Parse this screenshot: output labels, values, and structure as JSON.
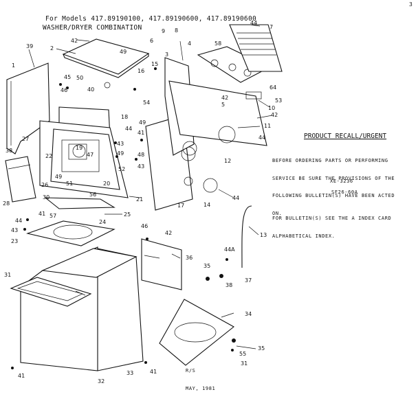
{
  "header": {
    "models_line": "For Models 417.89190100, 417.89190600, 417.89190600",
    "combo_line": "WASHER/DRYER COMBINATION"
  },
  "corner_mark": "3",
  "recall": {
    "title": "PRODUCT RECALL/URGENT",
    "body_lines": [
      "BEFORE ORDERING PARTS OR PERFORMING",
      "SERVICE BE SURE THE PROVISIONS OF THE",
      "FOLLOWING BULLETIN(S) HAVE BEEN ACTED",
      "ON."
    ],
    "bulletin_1": "XE-3236",
    "bulletin_2": "SF26-60A",
    "index_lines": [
      "FOR BULLETIN(S) SEE THE A INDEX CARD",
      "ALPHABETICAL INDEX."
    ]
  },
  "date_lines": [
    "R/S",
    "MAY, 1981"
  ],
  "part_numbers": {
    "p44a": "44",
    "p7": "7",
    "p42a": "42",
    "p9": "9",
    "p8": "8",
    "p2": "2",
    "p6": "6",
    "p4": "4",
    "p58": "58",
    "p3": "3",
    "p39": "39",
    "p1": "1",
    "p49a": "49",
    "p45a": "45",
    "p50": "50",
    "p15": "15",
    "p16": "16",
    "p64": "64",
    "p46a": "46",
    "p40": "40",
    "p54": "54",
    "p42b": "42",
    "p5": "5",
    "p53": "53",
    "p10": "10",
    "p42c": "42",
    "p11": "11",
    "p44b": "44",
    "p18": "18",
    "p44c": "44",
    "p49b": "49",
    "p41a": "41",
    "p38": "38",
    "p27": "27",
    "p22": "22",
    "p19": "19",
    "p47": "47",
    "p43a": "43",
    "p49c": "49",
    "p48": "48",
    "p52": "52",
    "p12": "12",
    "p49d": "49",
    "p51": "51",
    "p20": "20",
    "p28": "28",
    "p26": "26",
    "p30": "30",
    "p56": "56",
    "p21": "21",
    "p17": "17",
    "p14": "14",
    "p44d": "44",
    "p25": "25",
    "p57": "57",
    "p44e": "44",
    "p43b": "43",
    "p24": "24",
    "p23": "23",
    "p41b": "41",
    "p46b": "46",
    "p42d": "42",
    "p13": "13",
    "p36": "36",
    "p44f": "44A",
    "p31a": "31",
    "p35a": "35",
    "p37": "37",
    "p34": "34",
    "p41c": "41",
    "p32": "32",
    "p33": "33",
    "p41d": "41",
    "p55": "55",
    "p35b": "35",
    "p31b": "31"
  }
}
